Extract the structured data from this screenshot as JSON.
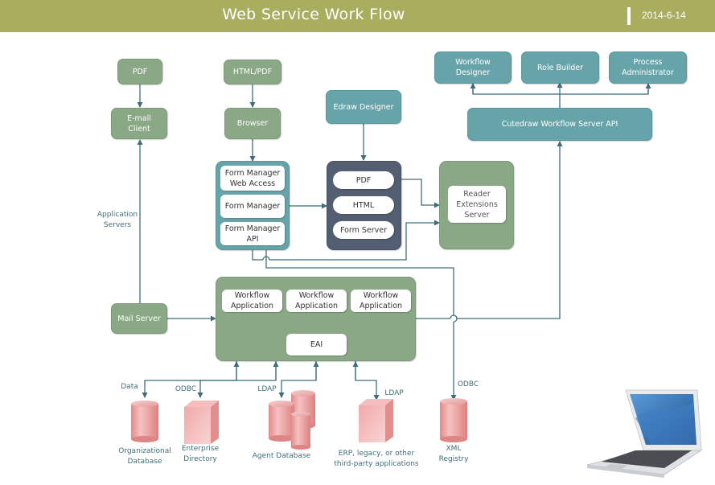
{
  "header": {
    "title": "Web Service Work Flow",
    "date": "2014-6-14"
  },
  "colors": {
    "header_bg": "#a9ad5e",
    "green_node": "#8aa885",
    "teal_node": "#67a4a9",
    "slate_node": "#535e72",
    "connector": "#3f6e78",
    "database_pink": "#e89a9a"
  },
  "nodes": {
    "pdf_top": "PDF",
    "email_client": "E-mall\nClient",
    "html_pdf": "HTML/PDF",
    "browser": "Browser",
    "edraw_designer": "Edraw Designer",
    "workflow_designer": "Workflow\nDesigner",
    "role_builder": "Role Builder",
    "process_administrator": "Process\nAdministrator",
    "cutedraw_api": "Cutedraw Workflow Server API",
    "form_manager_web_access": "Form Manager\nWeb Access",
    "form_manager": "Form Manager",
    "form_manager_api": "Form Manager\nAPI",
    "fs_pdf": "PDF",
    "fs_html": "HTML",
    "form_server": "Form Server",
    "reader_extensions_server": "Reader\nExtensions\nServer",
    "mail_server": "Mail Server",
    "workflow_app_1": "Workflow\nApplication",
    "workflow_app_2": "Workflow\nApplication",
    "workflow_app_3": "Workflow\nApplication",
    "eai": "EAI"
  },
  "labels": {
    "application_servers": "Application\nServers",
    "data": "Data",
    "odbc_1": "ODBC",
    "ldap_1": "LDAP",
    "ldap_2": "LDAP",
    "odbc_2": "ODBC"
  },
  "resources": {
    "organizational_database": "Organizational\nDatabase",
    "enterprise_directory": "Enterprise\nDirectory",
    "agent_database": "Agent Database",
    "erp_apps": "ERP, legacy, or other\nthird-party applications",
    "xml_registry": "XML\nRegistry"
  }
}
